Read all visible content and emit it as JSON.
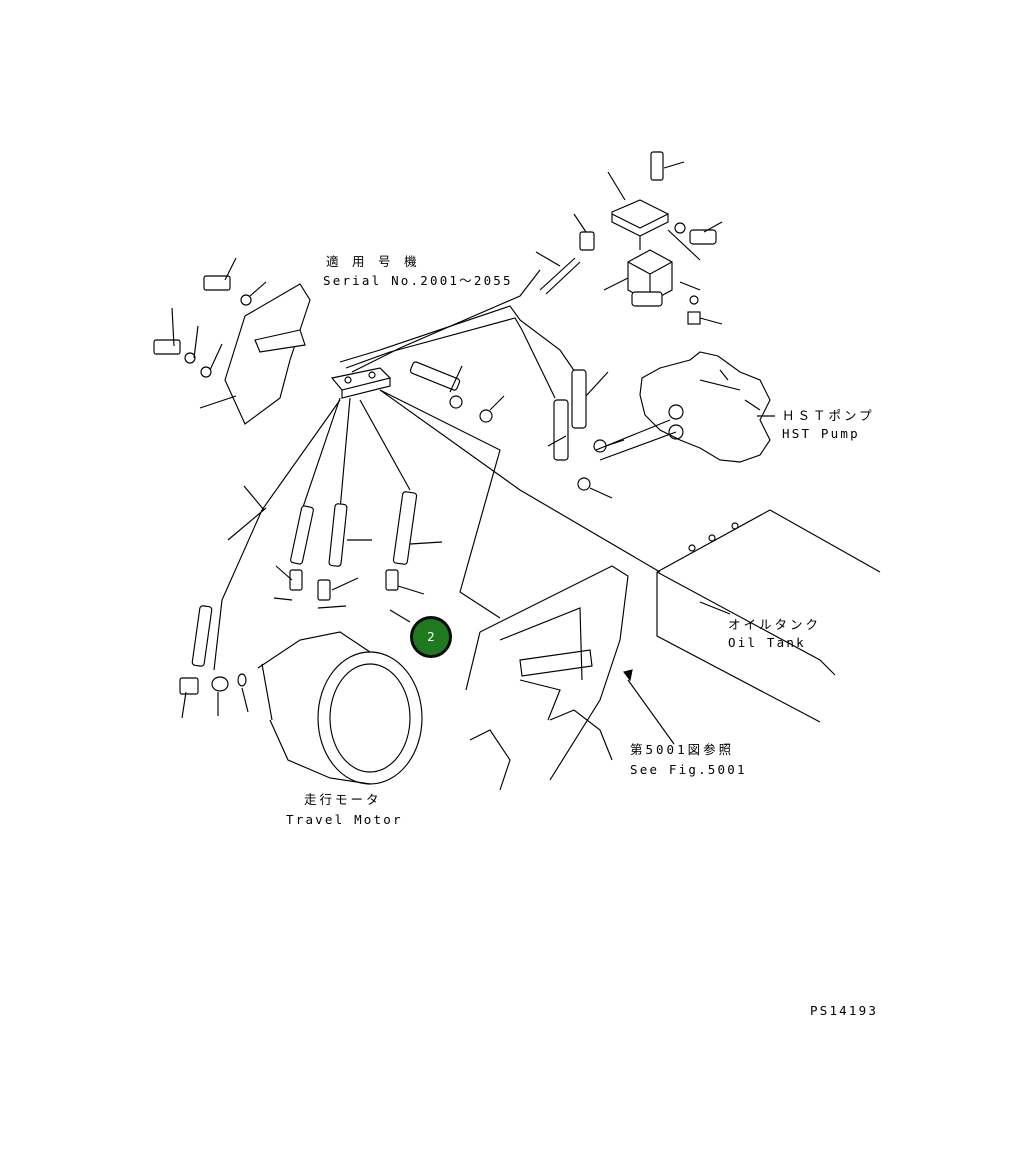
{
  "labels": {
    "serial_jp": "適 用 号 機",
    "serial_en": "Serial No.2001～2055",
    "hst_jp": "ＨＳＴポンプ",
    "hst_en": "HST Pump",
    "oil_jp": "オイルタンク",
    "oil_en": "Oil Tank",
    "fig_jp": "第5001図参照",
    "fig_en": "See Fig.5001",
    "motor_jp": "走行モータ",
    "motor_en": "Travel Motor",
    "drawing_no": "PS14193"
  },
  "callout": {
    "number": "2",
    "color": "#1f7a1f"
  }
}
